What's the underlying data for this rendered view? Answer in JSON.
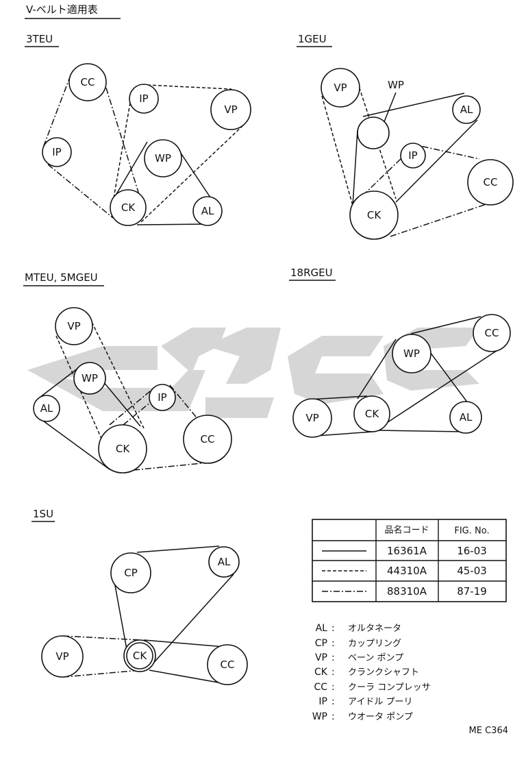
{
  "page_title": "V-ベルト適用表",
  "diagrams": {
    "d3teu": {
      "title": "3TEU",
      "pulleys": {
        "cc": "CC",
        "ip1": "IP",
        "ip2": "IP",
        "vp": "VP",
        "wp": "WP",
        "ck": "CK",
        "al": "AL"
      }
    },
    "d1geu": {
      "title": "1GEU",
      "pulleys": {
        "vp": "VP",
        "wp": "WP",
        "al": "AL",
        "ip": "IP",
        "cc": "CC",
        "ck": "CK"
      }
    },
    "dmteu": {
      "title": "MTEU, 5MGEU",
      "pulleys": {
        "vp": "VP",
        "wp": "WP",
        "al": "AL",
        "ip": "IP",
        "ck": "CK",
        "cc": "CC"
      }
    },
    "d18rgeu": {
      "title": "18RGEU",
      "pulleys": {
        "cc": "CC",
        "wp": "WP",
        "vp": "VP",
        "ck": "CK",
        "al": "AL"
      }
    },
    "d1su": {
      "title": "1SU",
      "pulleys": {
        "cp": "CP",
        "al": "AL",
        "vp": "VP",
        "ck": "CK",
        "cc": "CC"
      }
    }
  },
  "table": {
    "headers": [
      "",
      "品名コード",
      "FIG. No."
    ],
    "rows": [
      {
        "line": "solid",
        "code": "16361A",
        "fig": "16-03"
      },
      {
        "line": "dashed",
        "code": "44310A",
        "fig": "45-03"
      },
      {
        "line": "dash-dot",
        "code": "88310A",
        "fig": "87-19"
      }
    ]
  },
  "legend": [
    {
      "abbr": "AL",
      "desc": "オルタネータ"
    },
    {
      "abbr": "CP",
      "desc": "カップリング"
    },
    {
      "abbr": "VP",
      "desc": "ベーン ポンプ"
    },
    {
      "abbr": "CK",
      "desc": "クランクシャフト"
    },
    {
      "abbr": "CC",
      "desc": "クーラ コンプレッサ"
    },
    {
      "abbr": "IP",
      "desc": "アイドル プーリ"
    },
    {
      "abbr": "WP",
      "desc": "ウオータ ポンプ"
    }
  ],
  "footer_code": "ME C364",
  "colors": {
    "ink": "#111111",
    "watermark": "#cfcfcf"
  }
}
